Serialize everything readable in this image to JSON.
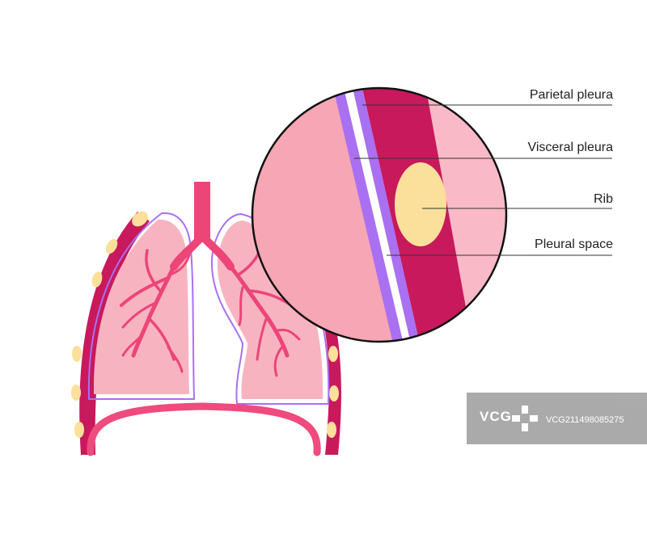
{
  "labels": {
    "parietal": "Parietal pleura",
    "visceral": "Visceral pleura",
    "rib": "Rib",
    "pleural_space": "Pleural space"
  },
  "watermark": {
    "logo": "VCG",
    "id": "VCG211498085275"
  },
  "colors": {
    "lung": "#f8b3c1",
    "lung_zoom": "#f6a6b4",
    "chest_wall": "#c8195c",
    "chest_outer": "#fab9c7",
    "rib": "#fbe09b",
    "pleura": "#a970f2",
    "airway": "#ec4578",
    "diaphragm": "#ef4b7e"
  }
}
